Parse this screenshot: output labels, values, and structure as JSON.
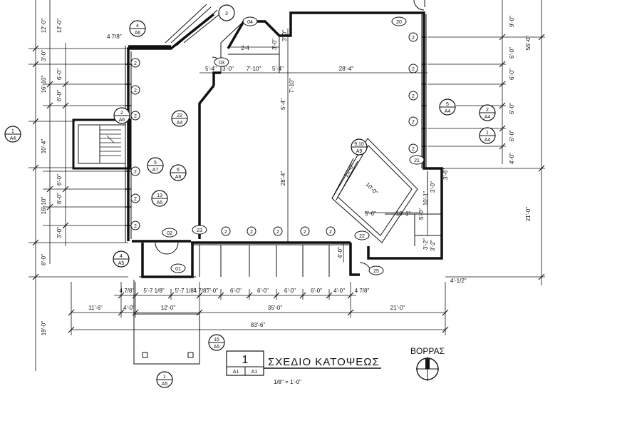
{
  "drawing": {
    "title": "ΣΧΕΔΙΟ ΚΑΤΟΨΕΩΣ",
    "sheet_number": "1",
    "sheet_refs": [
      "A1",
      "A1"
    ],
    "scale": "1/8\" = 1'-0\"",
    "north_label": "ΒΟΡΡΑΣ"
  },
  "door_tags": [
    "01",
    "02",
    "03",
    "04",
    "20",
    "21",
    "22",
    "23",
    "25"
  ],
  "window_tag": "2",
  "section_marks": [
    {
      "num": "4",
      "sheet": "A6"
    },
    {
      "num": "2",
      "sheet": "A6"
    },
    {
      "num": "22",
      "sheet": "A4"
    },
    {
      "num": "5",
      "sheet": "A7"
    },
    {
      "num": "6",
      "sheet": "A8"
    },
    {
      "num": "13",
      "sheet": "A5"
    },
    {
      "num": "1",
      "sheet": "A4"
    },
    {
      "num": "5",
      "sheet": "A4"
    },
    {
      "num": "2",
      "sheet": "A4"
    },
    {
      "num": "1",
      "sheet": "A4"
    },
    {
      "num": "4",
      "sheet": "A5"
    },
    {
      "num": "15",
      "sheet": "A5"
    },
    {
      "num": "1",
      "sheet": "A5"
    },
    {
      "num": "9,10",
      "sheet": "A9"
    },
    {
      "num": "3",
      "sheet": ""
    }
  ],
  "dims_left": [
    "12'-0\"",
    "3'-0\"",
    "16'-10\"",
    "6'-0\"",
    "6'-0\"",
    "10'-4\"",
    "6'-0\"",
    "16'-10\"",
    "6'-0\"",
    "3'-0\"",
    "8'-0\"",
    "19'-0\""
  ],
  "dims_right": [
    "9'-0\"",
    "55'-0\"",
    "6'-0\"",
    "6'-0\"",
    "6'-0\"",
    "6'-0\"",
    "4'-0\"",
    "21'-0\"",
    "4'-1/2\""
  ],
  "dims_interior": [
    "2-4",
    "3'-0\"",
    "3'-0\"",
    "5'-4\"",
    "3'-0\"",
    "7'-10\"",
    "5'-4\"",
    "28'-4\"",
    "5'-4\"",
    "7'-10\"",
    "28'-4\"",
    "15'-0\"",
    "10'-0\"",
    "5'-6\"",
    "10'-1\"",
    "5'-0\"",
    "3'-2\"",
    "3'-0\"",
    "10'-1\"",
    "3'-2\"",
    "4'-0\"",
    "3'-6\"",
    "4 7/8\""
  ],
  "dims_bottom_row1": [
    "4 7/8\"",
    "5'-7 1/8\"",
    "5'-7 1/8\"",
    "4 7/8\"",
    "7'-0\"",
    "6'-0\"",
    "6'-0\"",
    "6'-0\"",
    "6'-0\"",
    "4'-0\"",
    "4 7/8\""
  ],
  "dims_bottom_row2": [
    "11'-6\"",
    "4'-0\"",
    "12'-0\"",
    "35'-0\"",
    "21'-0\""
  ],
  "dims_bottom_total": "83'-6\""
}
